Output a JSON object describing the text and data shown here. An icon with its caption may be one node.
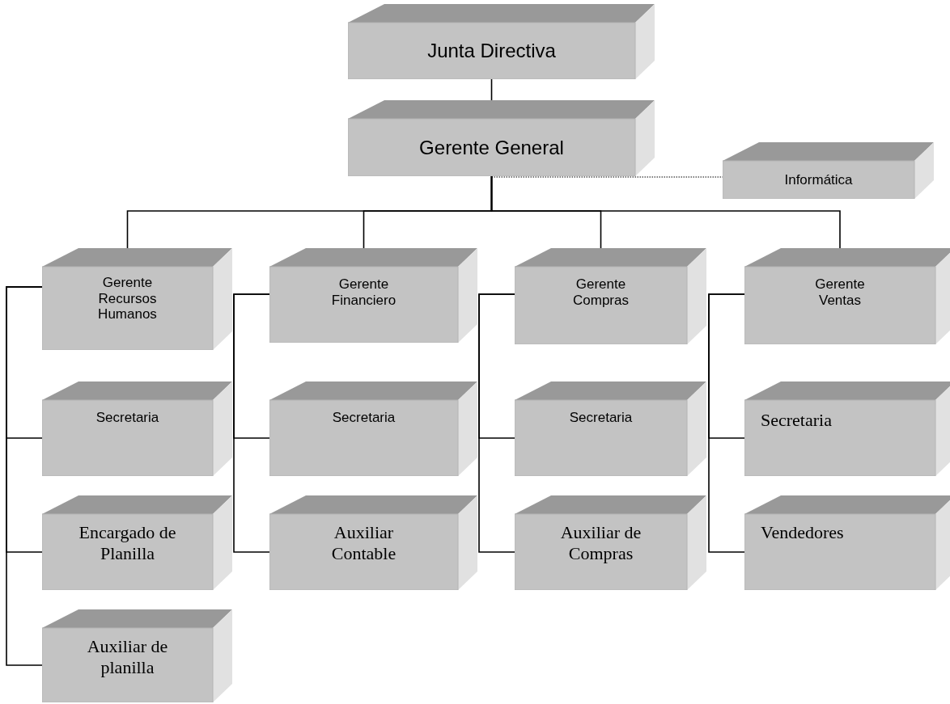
{
  "diagram": {
    "nodes": [
      {
        "text": [
          "Junta Directiva"
        ]
      },
      {
        "text": [
          "Gerente General"
        ]
      },
      {
        "text": [
          "Informática"
        ]
      },
      {
        "text": [
          "Gerente Recursos Humanos"
        ]
      },
      {
        "text": [
          "Gerente Financiero"
        ]
      },
      {
        "text": [
          "Gerente Compras"
        ]
      },
      {
        "text": [
          "Gerente Ventas"
        ]
      },
      {
        "text": [
          "Secretaria"
        ]
      },
      {
        "text": [
          "Secretaria"
        ]
      },
      {
        "text": [
          "Secretaria"
        ]
      },
      {
        "text": [
          "Secretaria"
        ]
      },
      {
        "text": [
          "Encargado de Planilla"
        ]
      },
      {
        "text": [
          "Auxiliar Contable"
        ]
      },
      {
        "text": [
          "Auxiliar de Compras"
        ]
      },
      {
        "text": [
          "Vendedores"
        ]
      },
      {
        "text": [
          "Auxiliar de planilla"
        ]
      }
    ],
    "edges": [
      {
        "from": 0,
        "to": 1,
        "arrow": "none"
      },
      {
        "from": 1,
        "to": 2,
        "arrow": "none",
        "style": "dashed"
      },
      {
        "from": 1,
        "to": 3,
        "arrow": "none"
      },
      {
        "from": 1,
        "to": 4,
        "arrow": "none"
      },
      {
        "from": 1,
        "to": 5,
        "arrow": "none"
      },
      {
        "from": 1,
        "to": 6,
        "arrow": "none"
      },
      {
        "from": 3,
        "to": 7,
        "arrow": "none"
      },
      {
        "from": 3,
        "to": 11,
        "arrow": "none"
      },
      {
        "from": 3,
        "to": 15,
        "arrow": "none"
      },
      {
        "from": 4,
        "to": 8,
        "arrow": "none"
      },
      {
        "from": 4,
        "to": 12,
        "arrow": "none"
      },
      {
        "from": 5,
        "to": 9,
        "arrow": "none"
      },
      {
        "from": 5,
        "to": 13,
        "arrow": "none"
      },
      {
        "from": 6,
        "to": 10,
        "arrow": "none"
      },
      {
        "from": 6,
        "to": 14,
        "arrow": "none"
      }
    ]
  }
}
